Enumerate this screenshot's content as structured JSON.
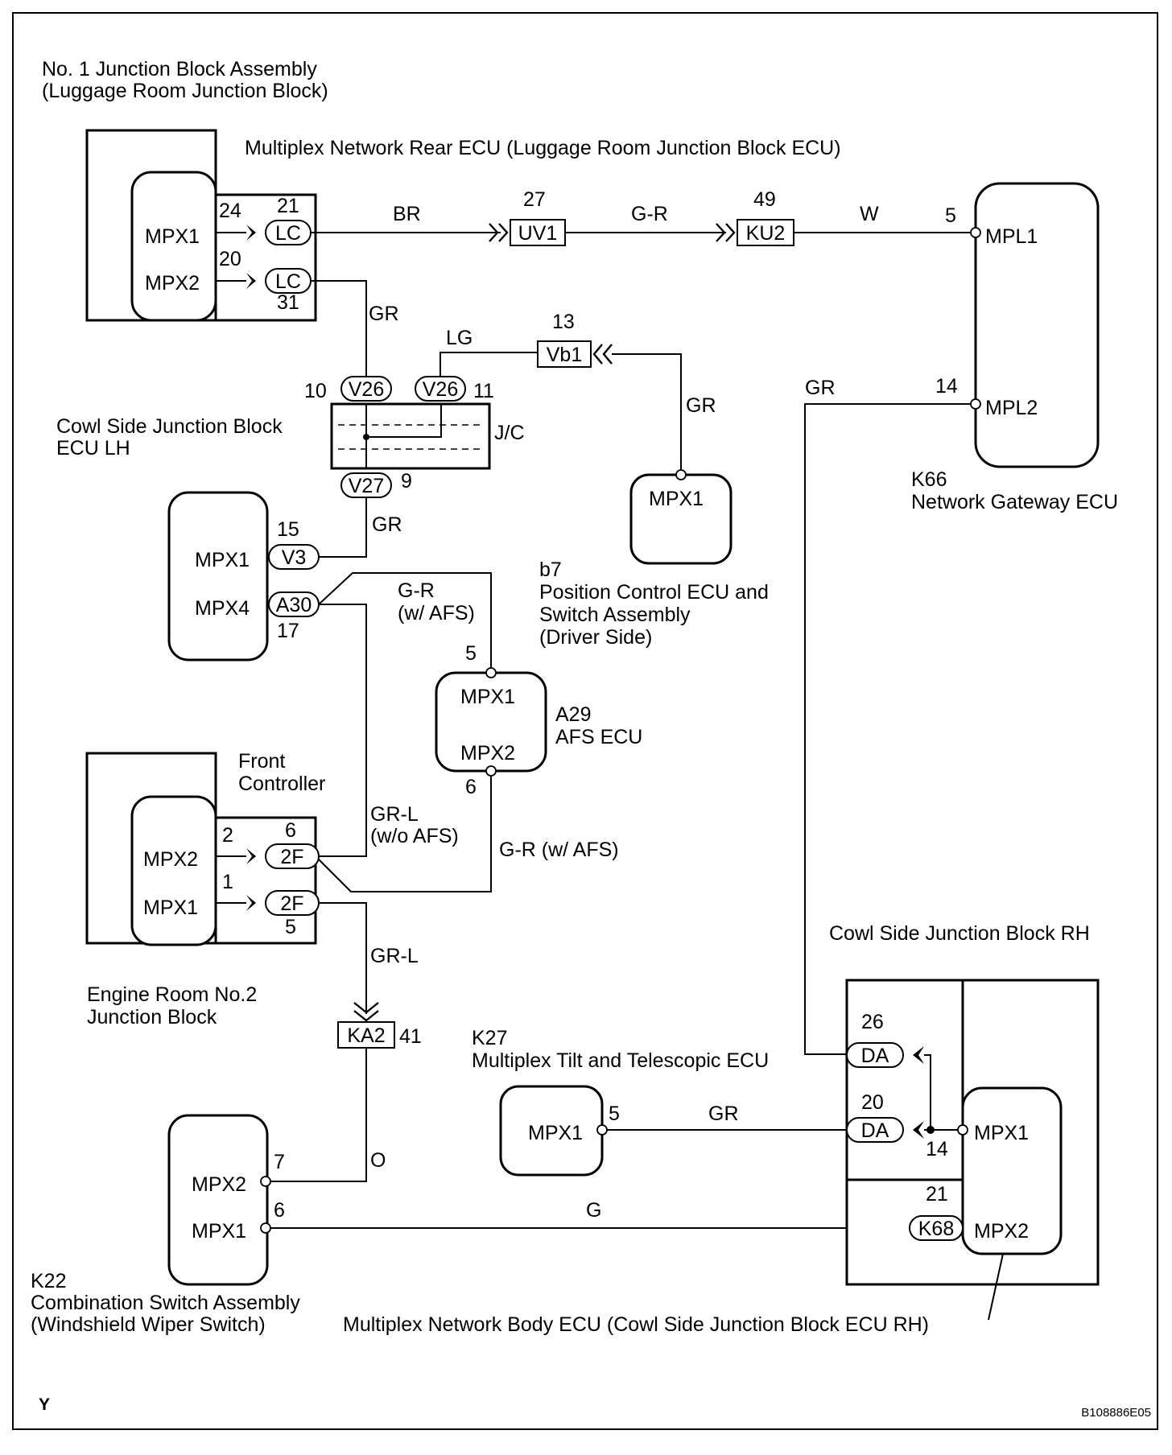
{
  "labels": {
    "jb1_title1": "No. 1 Junction Block Assembly",
    "jb1_title2": "(Luggage Room Junction Block)",
    "rear_ecu": "Multiplex Network Rear ECU (Luggage Room Junction Block ECU)",
    "cowl_lh_1": "Cowl Side Junction Block",
    "cowl_lh_2": "ECU LH",
    "jc": "J/C",
    "k66_code": "K66",
    "k66_name": "Network Gateway ECU",
    "b7_code": "b7",
    "b7_name1": "Position Control ECU and",
    "b7_name2": "Switch Assembly",
    "b7_name3": "(Driver Side)",
    "a29_code": "A29",
    "a29_name": "AFS ECU",
    "front1": "Front",
    "front2": "Controller",
    "engine1": "Engine Room No.2",
    "engine2": "Junction Block",
    "cowl_rh": "Cowl Side Junction Block RH",
    "k27_code": "K27",
    "k27_name": "Multiplex Tilt and Telescopic ECU",
    "k22_code": "K22",
    "k22_name1": "Combination Switch Assembly",
    "k22_name2": "(Windshield Wiper Switch)",
    "body_ecu": "Multiplex Network Body ECU (Cowl Side Junction Block ECU RH)",
    "corner_y": "Y",
    "figure_code": "B108886E05"
  },
  "pins": {
    "mpx1": "MPX1",
    "mpx2": "MPX2",
    "mpx4": "MPX4",
    "mpl1": "MPL1",
    "mpl2": "MPL2"
  },
  "connectors": {
    "lc": "LC",
    "uv1": "UV1",
    "ku2": "KU2",
    "v26": "V26",
    "vb1": "Vb1",
    "v27": "V27",
    "v3": "V3",
    "a30": "A30",
    "f2": "2F",
    "ka2": "KA2",
    "da": "DA",
    "k68": "K68"
  },
  "wires": {
    "br": "BR",
    "gr": "G-R",
    "w": "W",
    "gry": "GR",
    "lg": "LG",
    "gr_afs1": "G-R",
    "gr_afs2": "(w/ AFS)",
    "grl_noafs1": "GR-L",
    "grl_noafs2": "(w/o AFS)",
    "gr_afs_b": "G-R (w/ AFS)",
    "grl": "GR-L",
    "o": "O",
    "g": "G"
  },
  "numbers": {
    "n24": "24",
    "n21": "21",
    "n20": "20",
    "n31": "31",
    "n27": "27",
    "n49": "49",
    "n5": "5",
    "n14": "14",
    "n13": "13",
    "n10": "10",
    "n11": "11",
    "n9": "9",
    "n15": "15",
    "n17": "17",
    "n6": "6",
    "n2": "2",
    "n1": "1",
    "n41": "41",
    "n7": "7",
    "n26": "26"
  }
}
